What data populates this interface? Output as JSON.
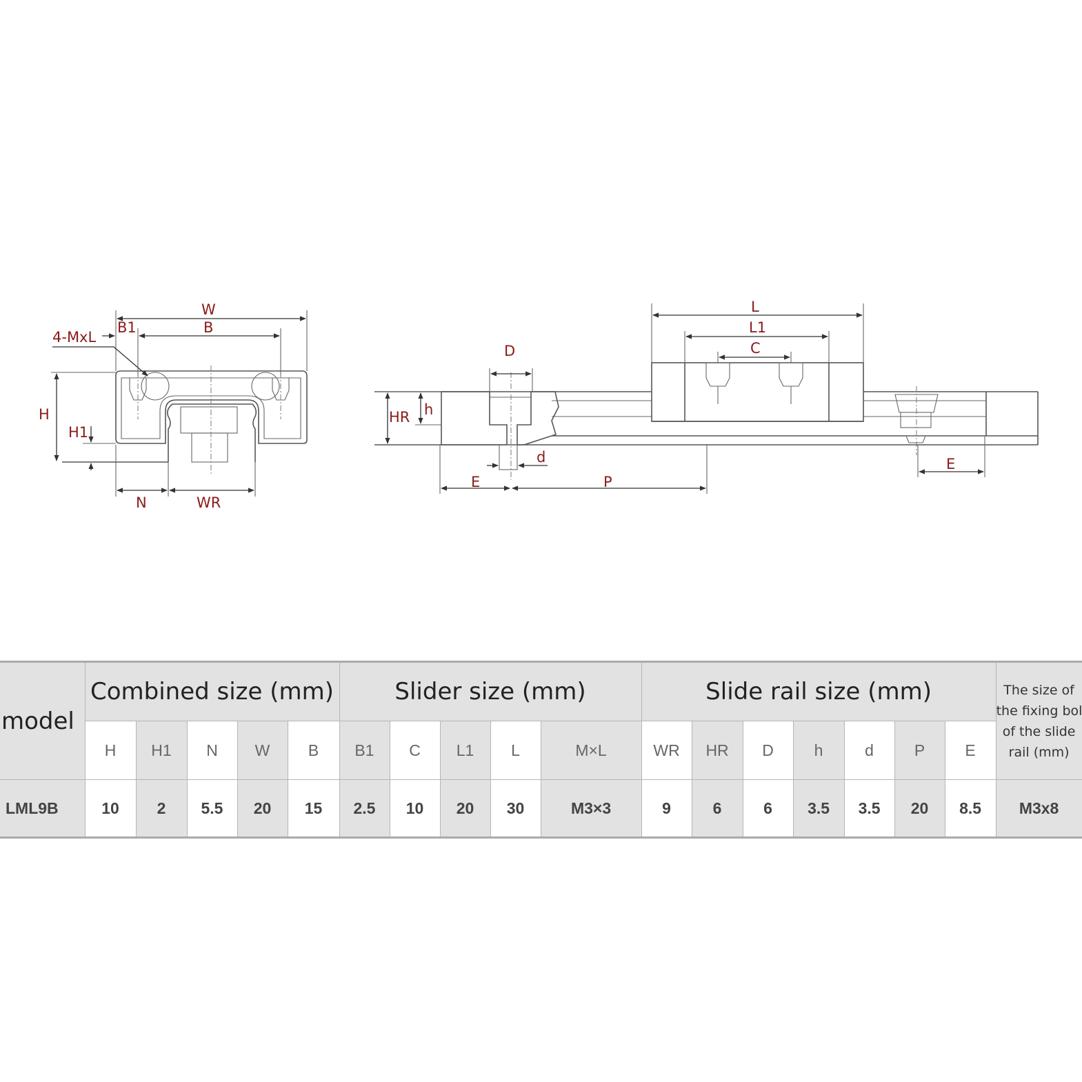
{
  "diagram_labels": {
    "cross_section": {
      "W": "W",
      "B": "B",
      "B1": "B1",
      "mxl": "4-MxL",
      "H": "H",
      "H1": "H1",
      "N": "N",
      "WR": "WR"
    },
    "rail_section": {
      "D": "D",
      "HR": "HR",
      "h": "h",
      "d": "d",
      "E": "E",
      "P": "P"
    },
    "side_view": {
      "L": "L",
      "L1": "L1",
      "C": "C",
      "E": "E"
    }
  },
  "table": {
    "model_header": "model",
    "groups": {
      "combined": "Combined size (mm)",
      "slider": "Slider size (mm)",
      "rail": "Slide rail size (mm)",
      "bolt": [
        "The size of",
        "the fixing bol",
        "of the slide",
        "rail (mm)"
      ]
    },
    "params": [
      "H",
      "H1",
      "N",
      "W",
      "B",
      "B1",
      "C",
      "L1",
      "L",
      "M×L",
      "WR",
      "HR",
      "D",
      "h",
      "d",
      "P",
      "E"
    ],
    "row": {
      "model": "LML9B",
      "values": [
        "10",
        "2",
        "5.5",
        "20",
        "15",
        "2.5",
        "10",
        "20",
        "30",
        "M3×3",
        "9",
        "6",
        "6",
        "3.5",
        "3.5",
        "20",
        "8.5",
        "M3x8"
      ]
    }
  }
}
